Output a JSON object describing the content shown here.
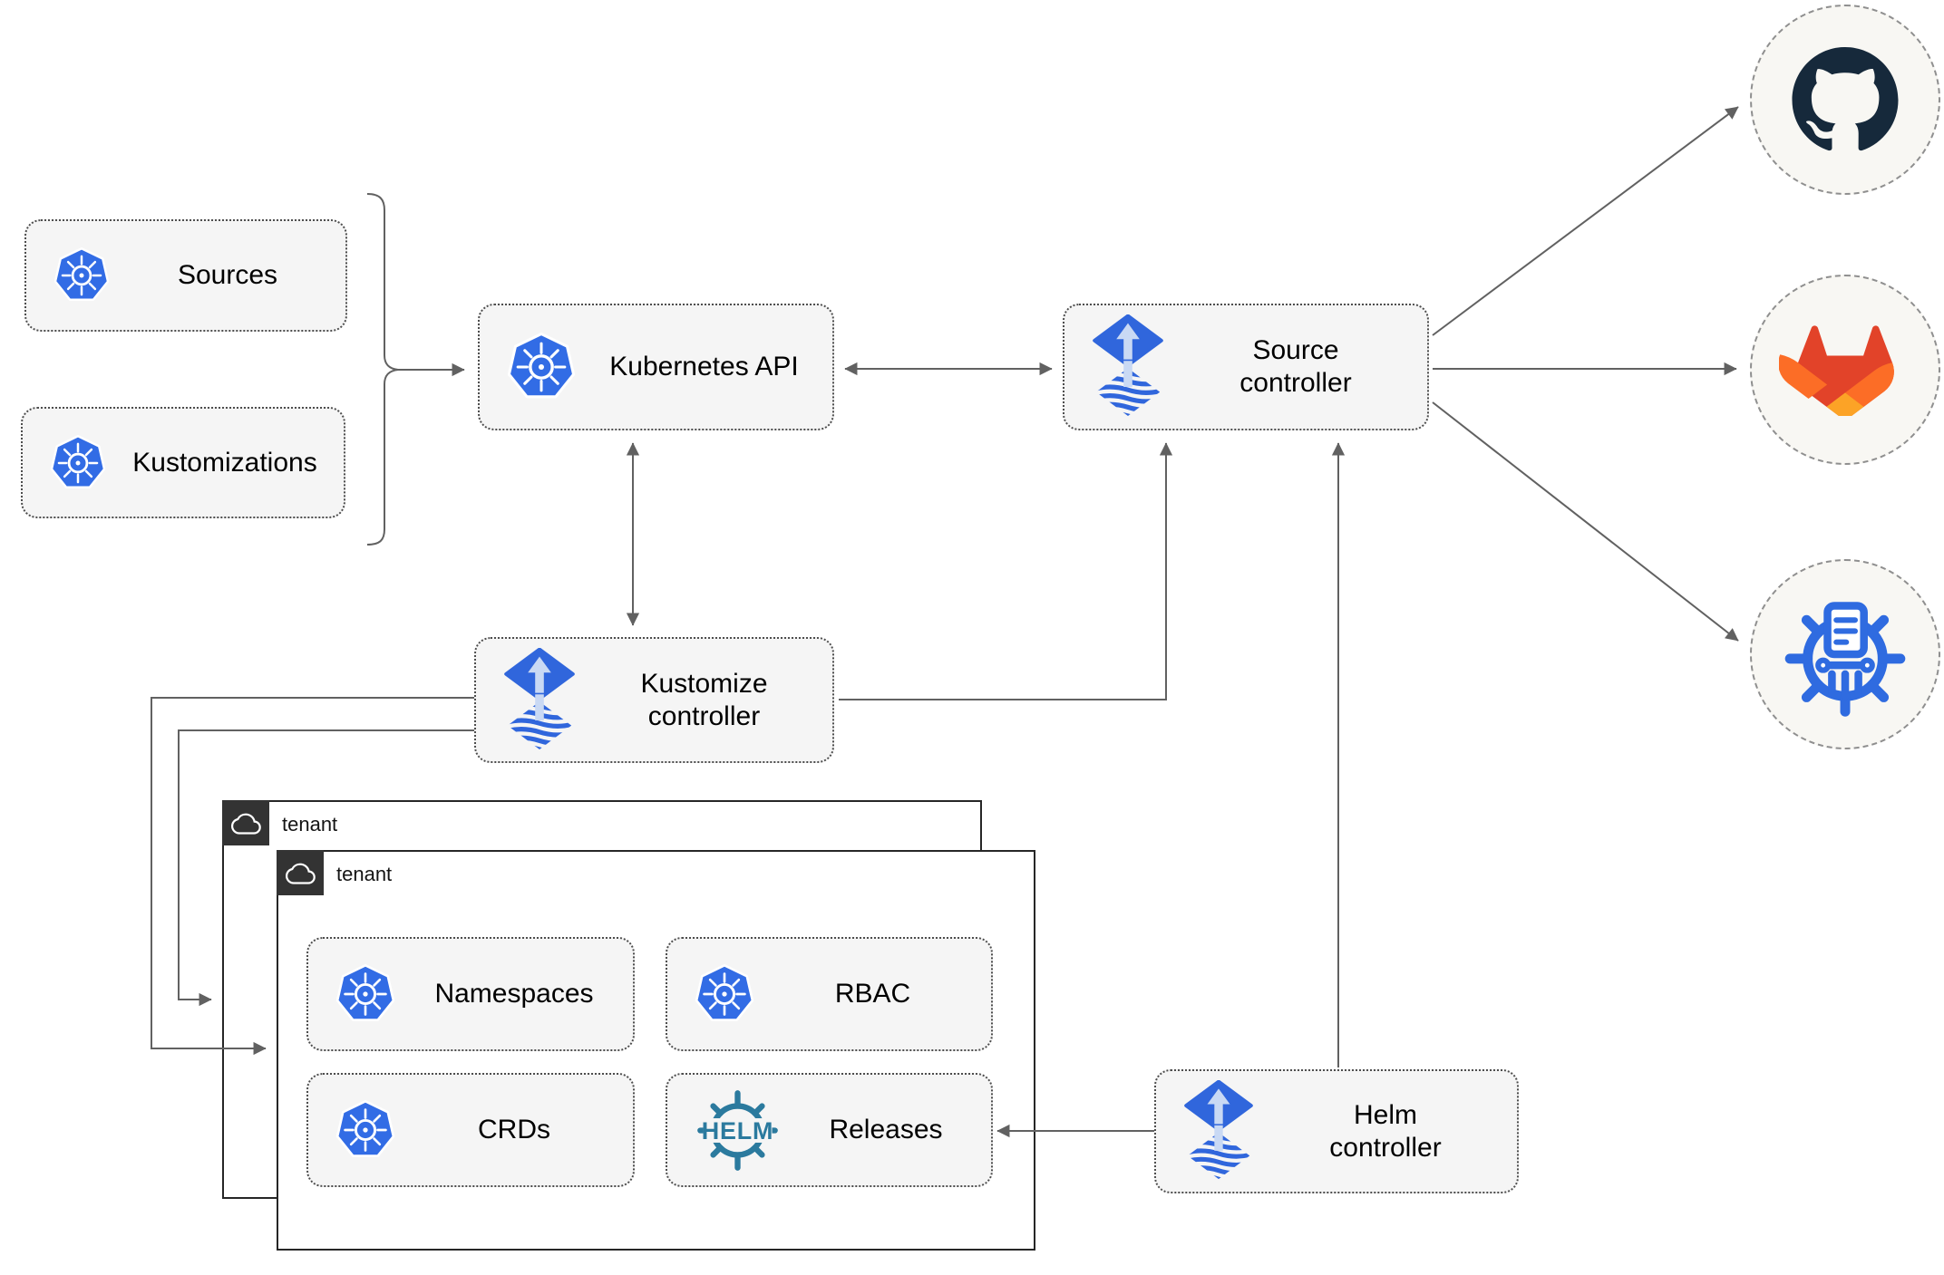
{
  "diagram": {
    "kind": "flux-gitops-architecture",
    "nodes": {
      "sources": {
        "label": "Sources"
      },
      "kustomizations": {
        "label": "Kustomizations"
      },
      "kubernetes_api": {
        "label": "Kubernetes API"
      },
      "source_controller": {
        "label": "Source controller"
      },
      "kustomize_controller": {
        "label": "Kustomize controller"
      },
      "helm_controller": {
        "label": "Helm controller"
      },
      "namespaces": {
        "label": "Namespaces"
      },
      "rbac": {
        "label": "RBAC"
      },
      "crds": {
        "label": "CRDs"
      },
      "releases": {
        "label": "Releases"
      }
    },
    "groups": [
      {
        "id": "tenant-back",
        "label": "tenant"
      },
      {
        "id": "tenant-front",
        "label": "tenant"
      }
    ],
    "remotes": [
      {
        "id": "github",
        "icon": "github-logo"
      },
      {
        "id": "gitlab",
        "icon": "gitlab-logo"
      },
      {
        "id": "chartmuseum",
        "icon": "chartmuseum-logo"
      }
    ],
    "logos": {
      "helm_text": "HELM"
    },
    "colors": {
      "kubernetes_blue": "#326CE5",
      "flux_blue": "#3066DC",
      "flux_arrow_light": "#C9D9F4",
      "helm_teal": "#2B7A9E",
      "chartmuseum_blue": "#2F6BE0",
      "github_dark": "#16293B",
      "gitlab_red_orange": "#E24329",
      "gitlab_orange": "#FC6D26",
      "gitlab_yellow": "#FCA326",
      "connector_gray": "#616161",
      "node_fill": "#F5F5F5",
      "tenant_tab_dark": "#333333"
    }
  }
}
